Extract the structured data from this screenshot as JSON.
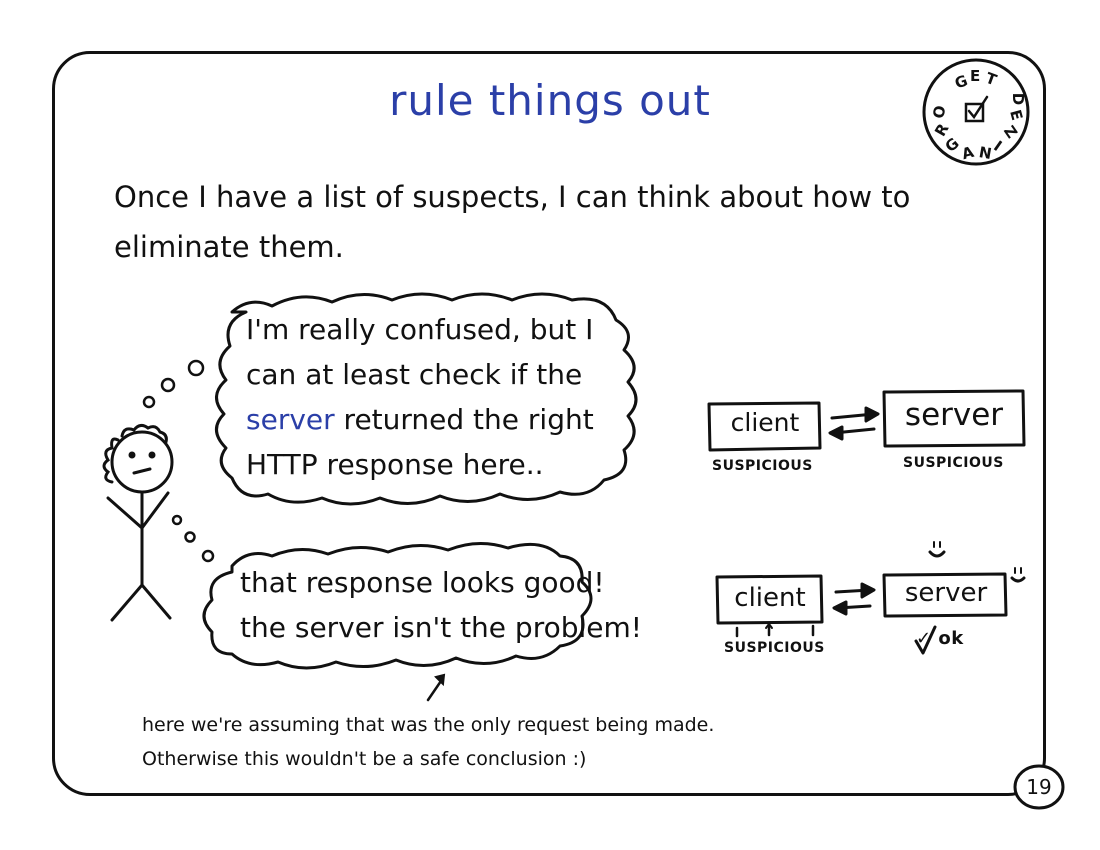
{
  "title": "rule things out",
  "intro": "Once I have a list of suspects, I can think about how to eliminate them.",
  "stamp": {
    "text": "GET ORGANIZED",
    "icon": "checkbox-icon"
  },
  "bubble1": {
    "line1": "I'm really confused, but I",
    "line2": "can at least check if the",
    "line3_highlight": "server",
    "line3_rest": " returned the right",
    "line4": "HTTP response here.."
  },
  "bubble2": {
    "line1": "that response looks good!",
    "line2": "the server isn't the problem!"
  },
  "diagram1": {
    "client_label": "client",
    "server_label": "server",
    "client_tag": "SUSPICIOUS",
    "server_tag": "SUSPICIOUS"
  },
  "diagram2": {
    "client_label": "client",
    "server_label": "server",
    "client_tag": "SUSPICIOUS",
    "server_status": "✓ ok"
  },
  "footnote": {
    "line1": "here we're assuming that was the only request being made.",
    "line2": "Otherwise this wouldn't be a safe conclusion :)"
  },
  "page_number": "19",
  "colors": {
    "accent": "#2b3fa8",
    "ink": "#111111"
  }
}
